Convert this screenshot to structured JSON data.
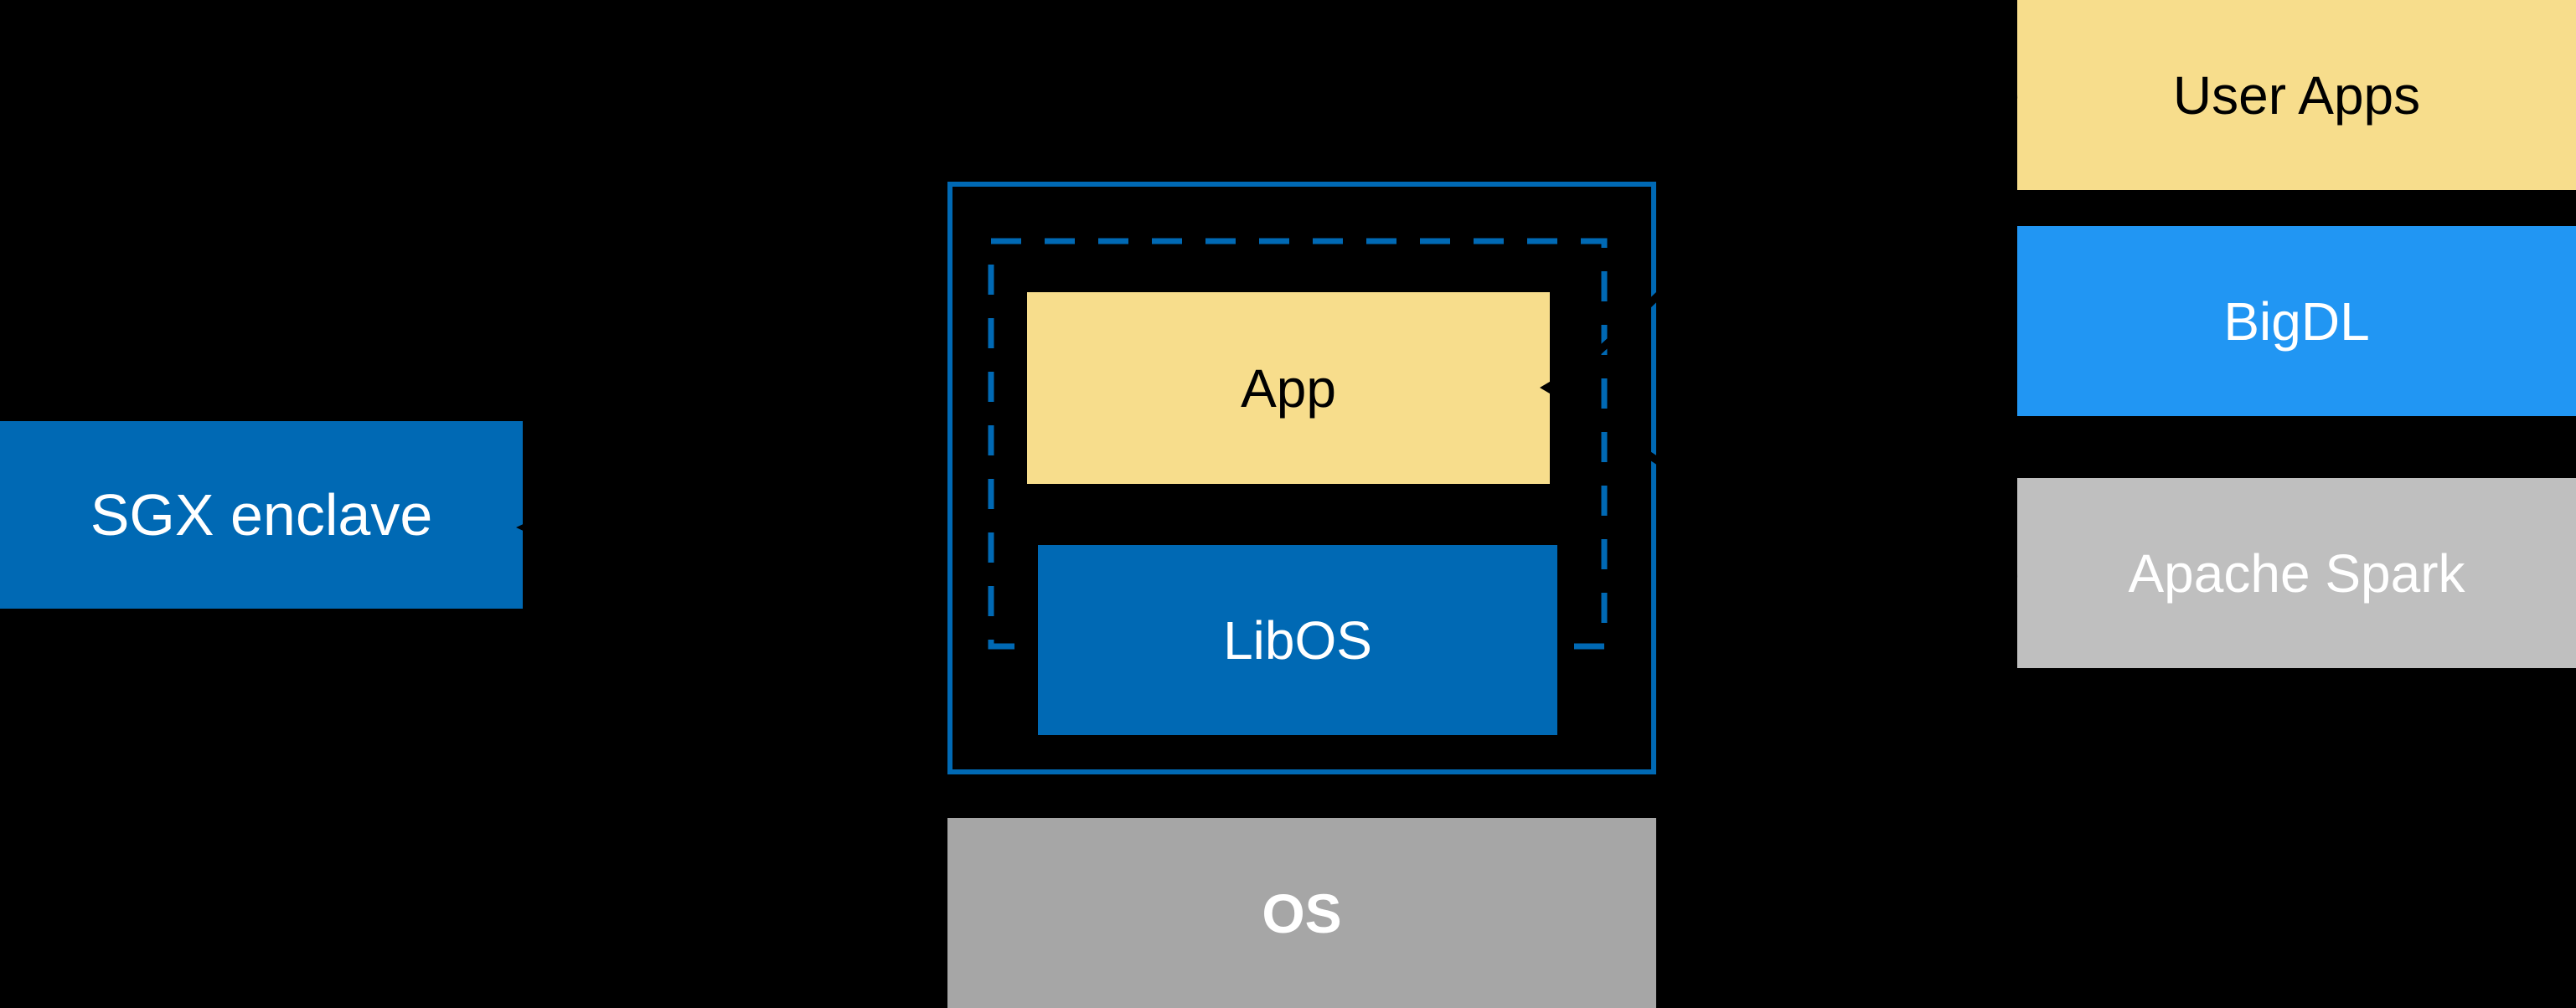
{
  "labels": {
    "sgx_enclave": "SGX enclave",
    "app": "App",
    "libos": "LibOS",
    "os": "OS"
  },
  "right_stack": [
    {
      "name": "user-apps",
      "label": "User Apps"
    },
    {
      "name": "bigdl",
      "label": "BigDL"
    },
    {
      "name": "apache-spark",
      "label": "Apache Spark"
    }
  ],
  "colors": {
    "background": "#000000",
    "intel-blue": "#0069B4",
    "bright-blue": "#2196F3",
    "yellow": "#F7DD8C",
    "gray-light": "#BFBFBF",
    "gray-medium": "#A6A6A6",
    "annotation-black": "#000000",
    "text-light": "#FFFFFF",
    "text-dark": "#000000"
  }
}
